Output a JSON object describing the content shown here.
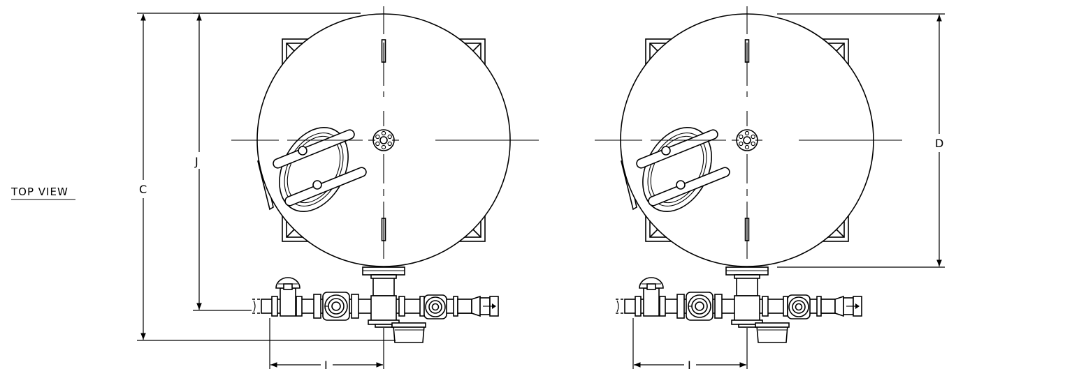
{
  "view_title": "TOP VIEW",
  "dimensions": {
    "c": "C",
    "j": "J",
    "d": "D",
    "i_left": "I",
    "i_right": "I"
  },
  "colors": {
    "line": "#000000",
    "background": "#ffffff"
  }
}
